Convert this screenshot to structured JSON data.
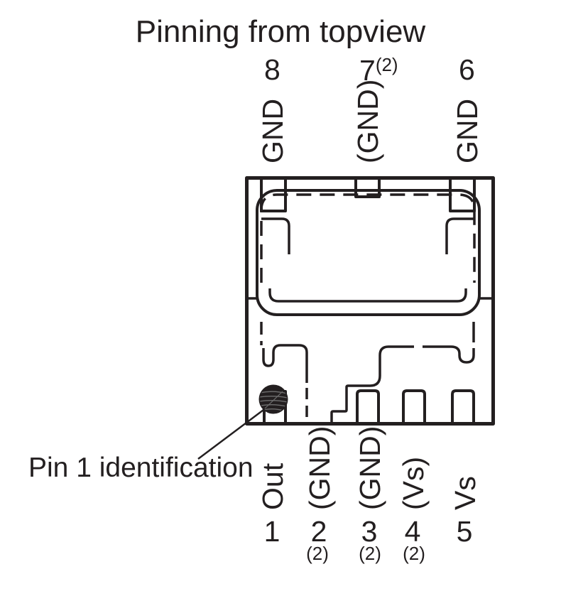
{
  "title": "Pinning from topview",
  "pin1_identification_label": "Pin 1 identification",
  "colors": {
    "ink": "#231f20",
    "background": "#ffffff"
  },
  "top_pins": [
    {
      "number": "8",
      "name": "GND"
    },
    {
      "number": "7",
      "superscript": "(2)",
      "name": "(GND)"
    },
    {
      "number": "6",
      "name": "GND"
    }
  ],
  "bottom_pins": [
    {
      "number": "1",
      "name": "Out"
    },
    {
      "number": "2",
      "name": "(GND)",
      "footnote": "(2)"
    },
    {
      "number": "3",
      "name": "(GND)",
      "footnote": "(2)"
    },
    {
      "number": "4",
      "name": "(Vs)",
      "footnote": "(2)"
    },
    {
      "number": "5",
      "name": "Vs"
    }
  ]
}
